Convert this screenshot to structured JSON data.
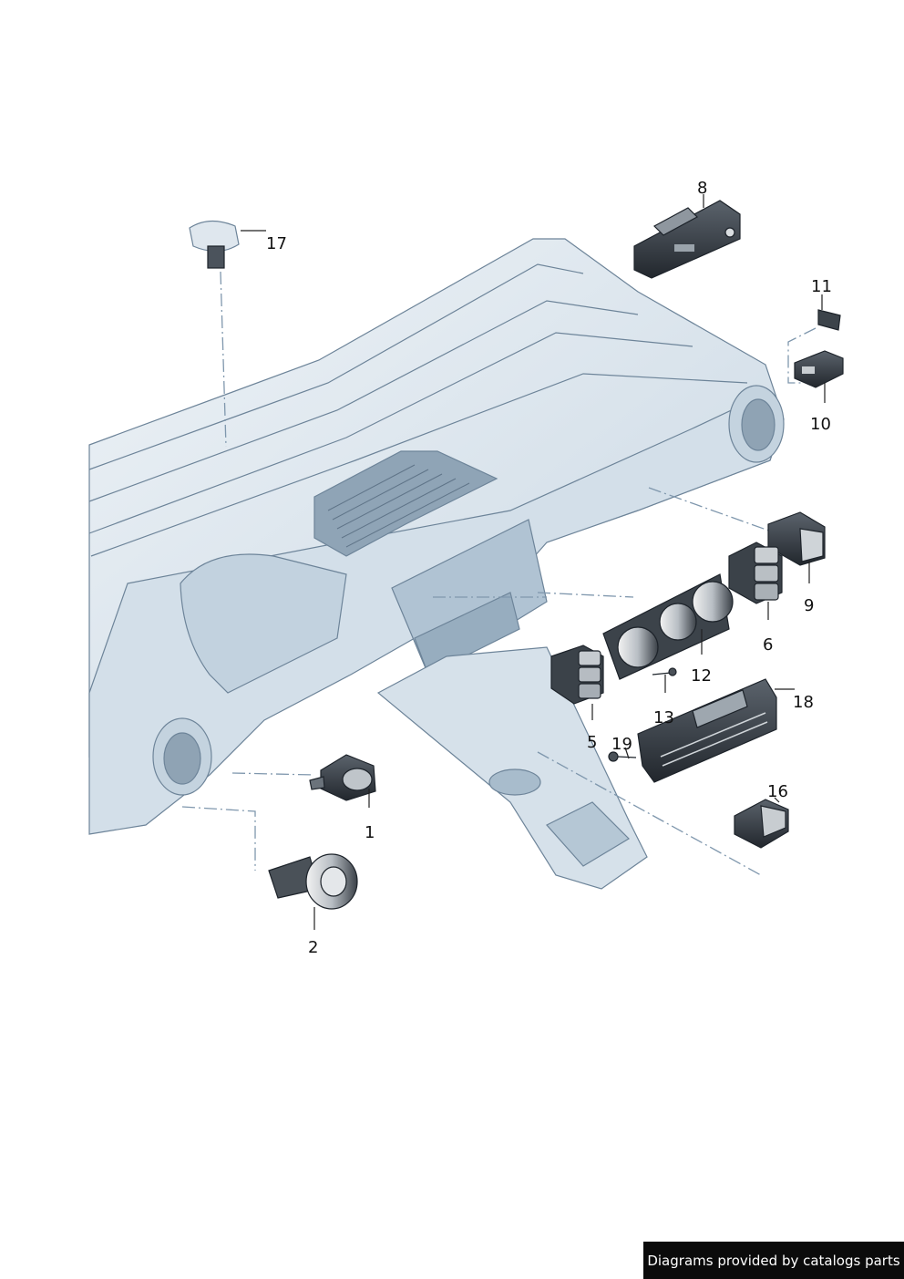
{
  "credit": "Diagrams provided by catalogs parts",
  "callouts": {
    "c1": "1",
    "c2": "2",
    "c5": "5",
    "c6": "6",
    "c8": "8",
    "c9": "9",
    "c10": "10",
    "c11": "11",
    "c12": "12",
    "c13": "13",
    "c16": "16",
    "c17": "17",
    "c18": "18",
    "c19": "19"
  },
  "colors": {
    "panel_fill": "#dde7ef",
    "panel_shade": "#b9cad8",
    "outline": "#6d8499",
    "part_dark": "#2b3138",
    "credit_bg": "#0b0b0b"
  }
}
